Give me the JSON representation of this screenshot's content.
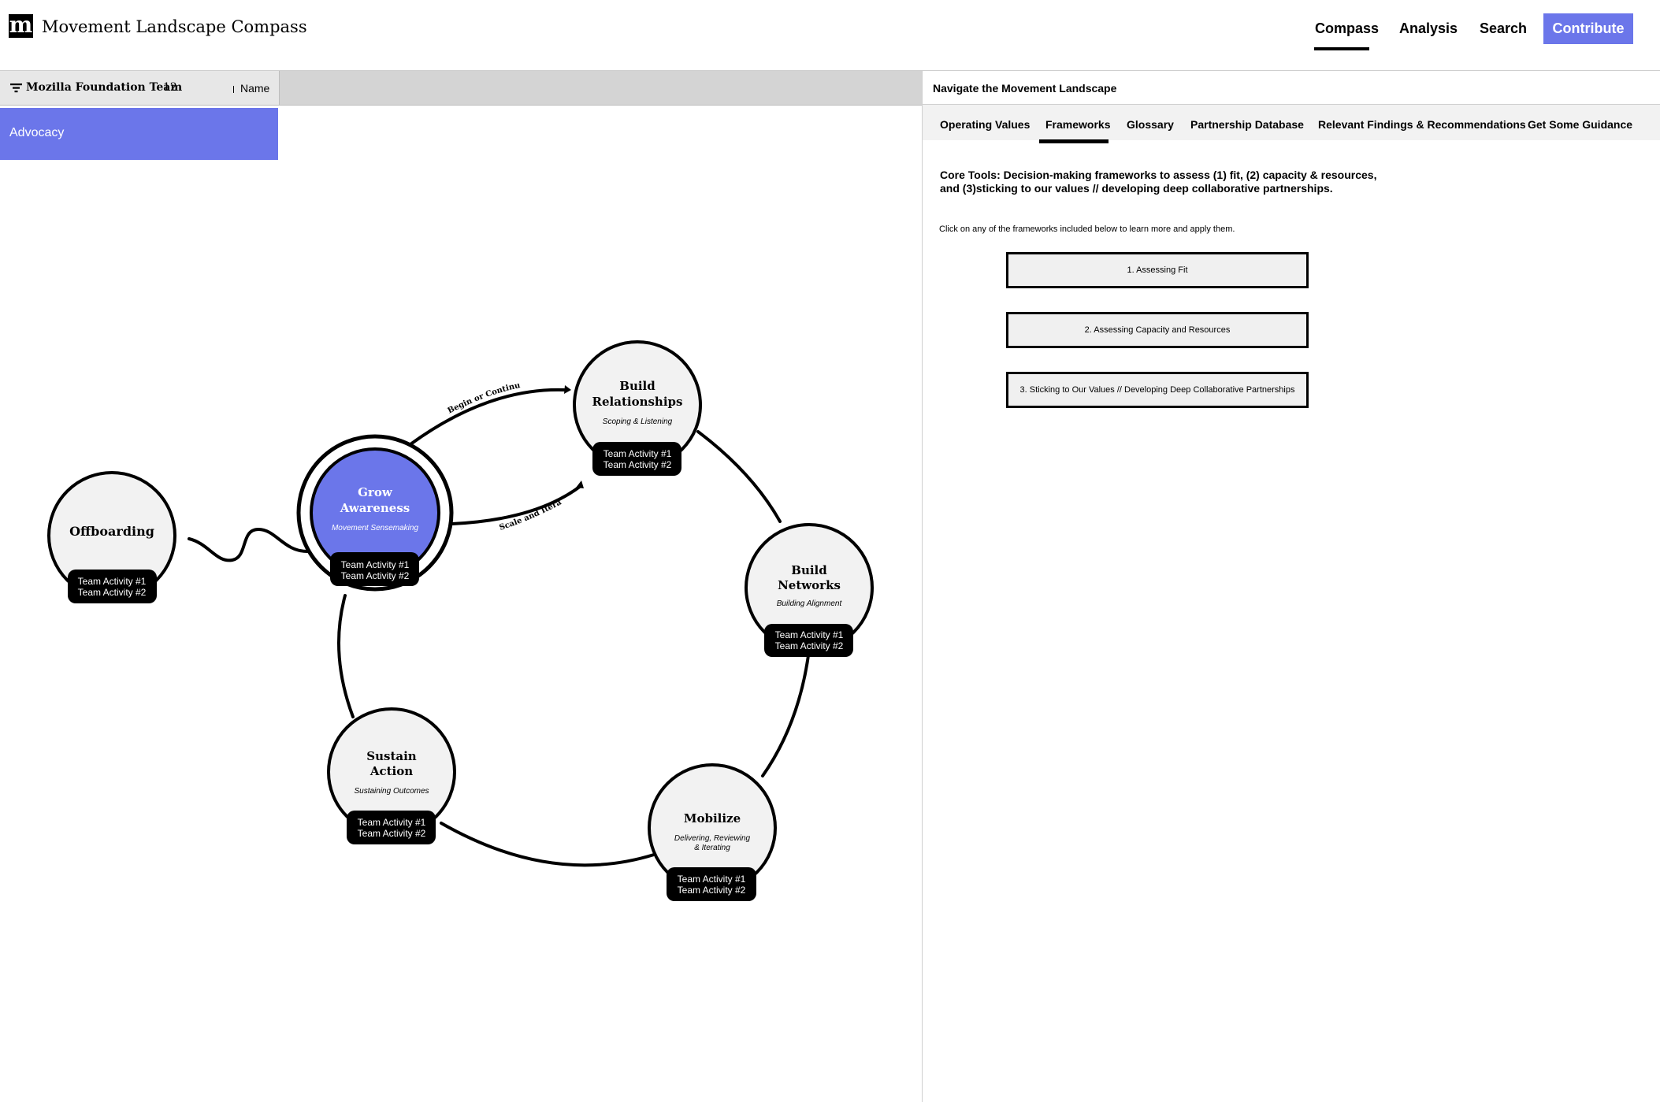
{
  "header": {
    "logo_letter": "m",
    "app_title": "Movement Landscape Compass",
    "nav": [
      "Compass",
      "Analysis",
      "Search"
    ],
    "active_nav": "Compass",
    "contribute_label": "Contribute",
    "accent_color": "#6b76ea"
  },
  "toolbar": {
    "team_name": "Mozilla Foundation Team",
    "team_count": "12",
    "sort_label": "Name"
  },
  "sidebar": {
    "selected_item": "Advocacy"
  },
  "compass": {
    "nodes": [
      {
        "id": "offboarding",
        "title_lines": [
          "Offboarding"
        ],
        "subtitle": "",
        "activities": [
          "Team Activity #1",
          "Team Activity #2"
        ]
      },
      {
        "id": "grow-awareness",
        "title_lines": [
          "Grow",
          "Awareness"
        ],
        "subtitle": "Movement Sensemaking",
        "activities": [
          "Team Activity #1",
          "Team Activity #2"
        ]
      },
      {
        "id": "build-relationships",
        "title_lines": [
          "Build",
          "Relationships"
        ],
        "subtitle": "Scoping & Listening",
        "activities": [
          "Team Activity #1",
          "Team Activity #2"
        ]
      },
      {
        "id": "build-networks",
        "title_lines": [
          "Build",
          "Networks"
        ],
        "subtitle": "Building Alignment",
        "activities": [
          "Team Activity #1",
          "Team Activity #2"
        ]
      },
      {
        "id": "mobilize",
        "title_lines": [
          "Mobilize"
        ],
        "subtitle_lines": [
          "Delivering, Reviewing",
          "& Iterating"
        ],
        "activities": [
          "Team Activity #1",
          "Team Activity #2"
        ]
      },
      {
        "id": "sustain-action",
        "title_lines": [
          "Sustain",
          "Action"
        ],
        "subtitle": "Sustaining Outcomes",
        "activities": [
          "Team Activity #1",
          "Team Activity #2"
        ]
      }
    ],
    "edge_labels": {
      "begin": "Begin or Continue",
      "scale": "Scale and Iterate"
    }
  },
  "panel": {
    "title": "Navigate the Movement Landscape",
    "tabs": [
      "Operating Values",
      "Frameworks",
      "Glossary",
      "Partnership Database",
      "Relevant Findings & Recommendations",
      "Get Some Guidance"
    ],
    "active_tab": "Frameworks",
    "heading_line1": "Core Tools: Decision-making frameworks to assess (1) fit, (2) capacity & resources,",
    "heading_line2": "and (3)sticking to our values // developing deep collaborative partnerships.",
    "instructions": "Click on any of the frameworks included below to learn more and apply them.",
    "frameworks": [
      "1. Assessing Fit",
      "2. Assessing Capacity and Resources",
      "3. Sticking to Our Values // Developing Deep Collaborative Partnerships"
    ]
  }
}
